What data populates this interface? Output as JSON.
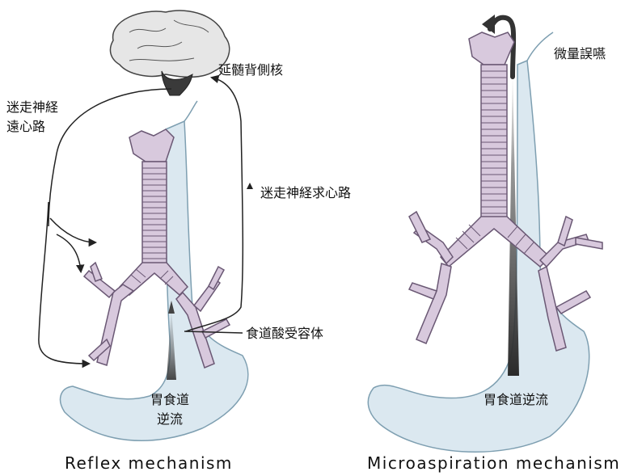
{
  "labels": {
    "medulla": "延髄背側核",
    "efferent_line1": "迷走神経",
    "efferent_line2": "遠心路",
    "afferent": "迷走神経求心路",
    "esophageal_receptor": "食道酸受容体",
    "reflux_left_line1": "胃食道",
    "reflux_left_line2": "逆流",
    "reflux_right": "胃食道逆流",
    "microaspiration": "微量誤嚥"
  },
  "captions": {
    "left": "Reflex mechanism",
    "right": "Microaspiration mechanism"
  },
  "colors": {
    "airway_fill": "#d8c9dd",
    "airway_stroke": "#6a5874",
    "stomach_fill": "#dbe8f0",
    "stomach_stroke": "#7e9fb1",
    "brain_fill": "#e6e6e6",
    "brainstem_fill": "#3a3a3a",
    "nerve": "#222222",
    "reflux_arrow": "#444444"
  }
}
